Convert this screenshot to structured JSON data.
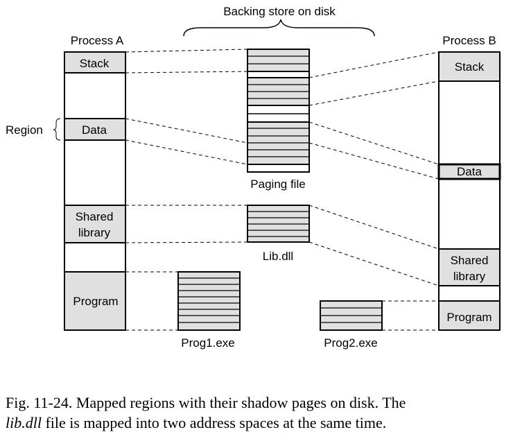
{
  "labels": {
    "backing_store": "Backing store on disk",
    "process_a": "Process A",
    "process_b": "Process B",
    "region": "Region",
    "paging_file": "Paging file",
    "lib_dll": "Lib.dll",
    "prog1": "Prog1.exe",
    "prog2": "Prog2.exe"
  },
  "process_a": {
    "stack": "Stack",
    "data": "Data",
    "shared_1": "Shared",
    "shared_2": "library",
    "program": "Program"
  },
  "process_b": {
    "stack": "Stack",
    "data": "Data",
    "shared_1": "Shared",
    "shared_2": "library",
    "program": "Program"
  },
  "caption": {
    "line1": "Fig. 11-24. Mapped regions with their shadow pages on disk.  The",
    "line2_italic": "lib.dll",
    "line2_rest": " file is mapped into two address spaces at the same time."
  },
  "colors": {
    "region_fill": "#e0e0e0",
    "stroke": "#000000"
  }
}
